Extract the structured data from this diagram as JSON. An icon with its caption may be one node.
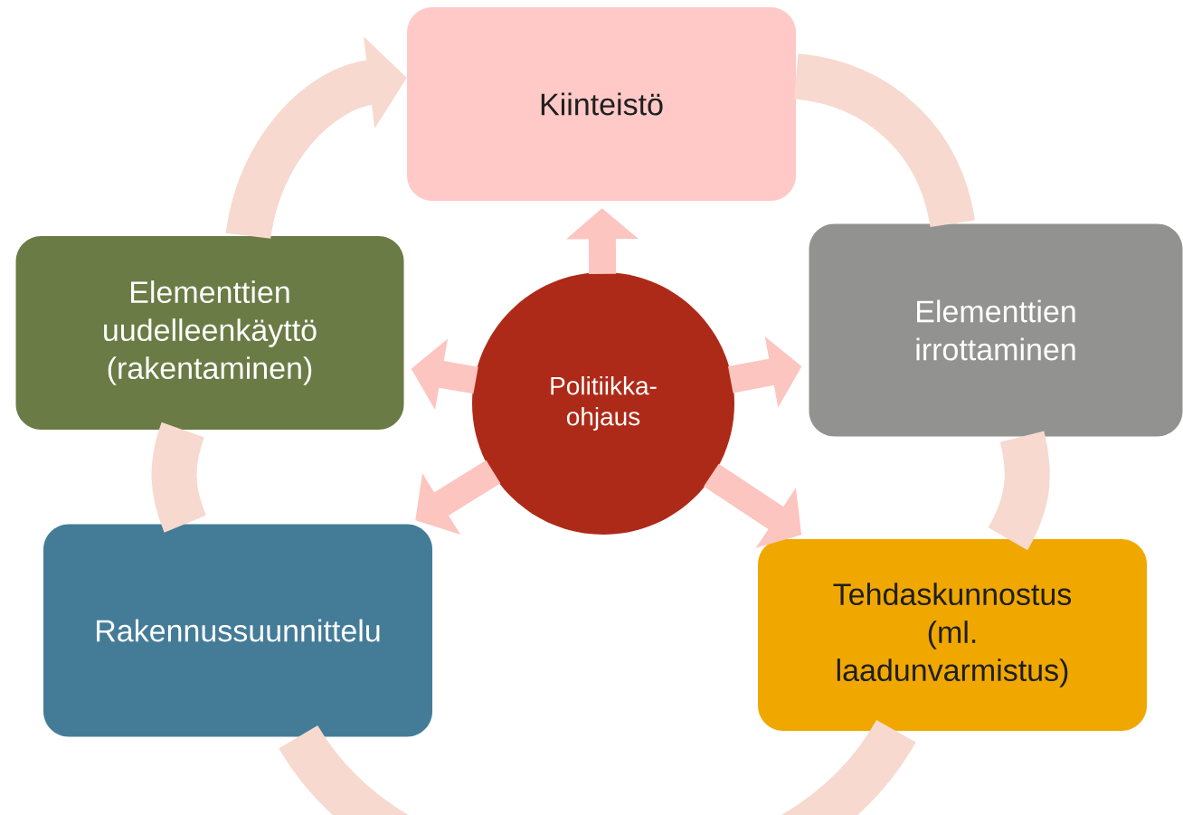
{
  "diagram": {
    "nodes": [
      {
        "text": [
          "Kiinteistö"
        ]
      },
      {
        "text": [
          "Elementtien irrottaminen"
        ]
      },
      {
        "text": [
          "Tehdaskunnostus (ml. laadunvarmistus)"
        ]
      },
      {
        "text": [
          "Rakennussuunnittelu"
        ]
      },
      {
        "text": [
          "Elementtien uudelleenkäyttö (rakentaminen)"
        ]
      },
      {
        "text": [
          "Politiikka-ohjaus"
        ]
      }
    ],
    "edges": [
      {
        "from": 0,
        "to": 1,
        "arrow": "none",
        "color": "#f7d9cf"
      },
      {
        "from": 1,
        "to": 2,
        "arrow": "none",
        "color": "#f7d9cf"
      },
      {
        "from": 2,
        "to": 3,
        "arrow": "none",
        "color": "#f7d9cf"
      },
      {
        "from": 3,
        "to": 4,
        "arrow": "none",
        "color": "#f7d9cf"
      },
      {
        "from": 4,
        "to": 0,
        "arrow": "to",
        "color": "#f7d9cf"
      },
      {
        "from": 5,
        "to": 0,
        "arrow": "to"
      },
      {
        "from": 5,
        "to": 1,
        "arrow": "to"
      },
      {
        "from": 5,
        "to": 2,
        "arrow": "to"
      },
      {
        "from": 5,
        "to": 3,
        "arrow": "to"
      },
      {
        "from": 5,
        "to": 4,
        "arrow": "to"
      }
    ]
  }
}
